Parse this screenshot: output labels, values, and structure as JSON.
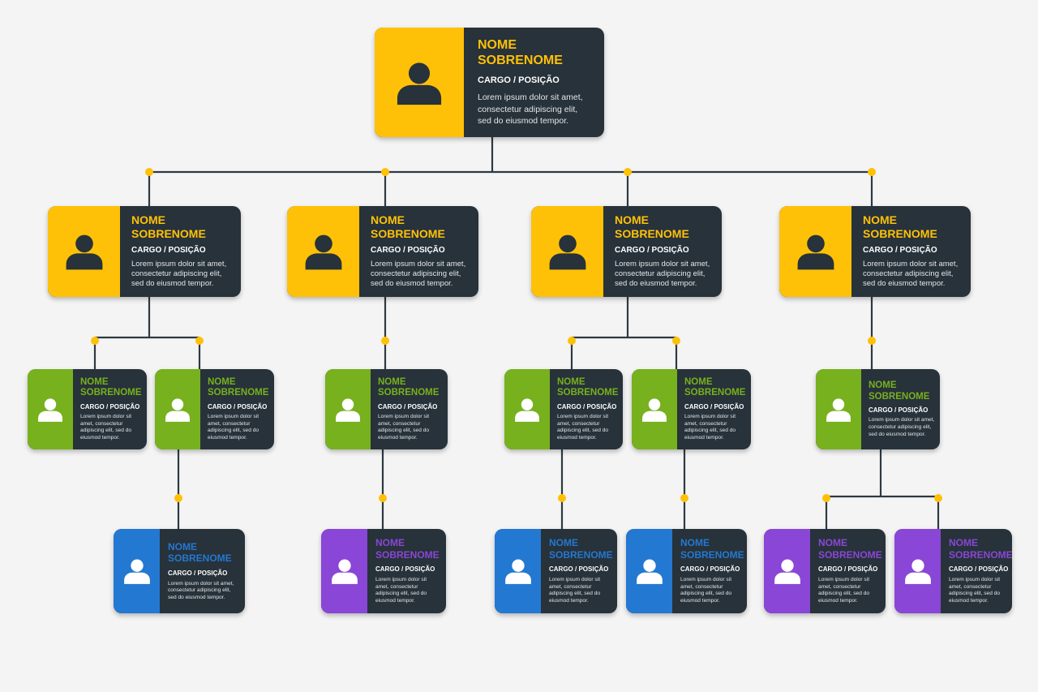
{
  "colors": {
    "background": "#f4f4f4",
    "card_body": "#27323a",
    "connector_line": "#2d3a42",
    "connector_dot": "#ffc107",
    "yellow": "#ffc107",
    "green": "#77b11e",
    "blue": "#2378d2",
    "purple": "#8a46d6",
    "icon_dark": "#27323a",
    "icon_light": "#ffffff"
  },
  "cards": [
    {
      "id": "root",
      "accent": "yellow",
      "first_name": "NOME",
      "last_name": "SOBRENOME",
      "role": "CARGO / POSIÇÃO",
      "description": "Lorem ipsum dolor sit amet, consectetur adipiscing elit, sed do eiusmod tempor."
    },
    {
      "id": "m1",
      "accent": "yellow",
      "first_name": "NOME",
      "last_name": "SOBRENOME",
      "role": "CARGO / POSIÇÃO",
      "description": "Lorem ipsum dolor sit amet, consectetur adipiscing elit, sed do eiusmod tempor."
    },
    {
      "id": "m2",
      "accent": "yellow",
      "first_name": "NOME",
      "last_name": "SOBRENOME",
      "role": "CARGO / POSIÇÃO",
      "description": "Lorem ipsum dolor sit amet, consectetur adipiscing elit, sed do eiusmod tempor."
    },
    {
      "id": "m3",
      "accent": "yellow",
      "first_name": "NOME",
      "last_name": "SOBRENOME",
      "role": "CARGO / POSIÇÃO",
      "description": "Lorem ipsum dolor sit amet, consectetur adipiscing elit, sed do eiusmod tempor."
    },
    {
      "id": "m4",
      "accent": "yellow",
      "first_name": "NOME",
      "last_name": "SOBRENOME",
      "role": "CARGO / POSIÇÃO",
      "description": "Lorem ipsum dolor sit amet, consectetur adipiscing elit, sed do eiusmod tempor."
    },
    {
      "id": "g1",
      "accent": "green",
      "first_name": "NOME",
      "last_name": "SOBRENOME",
      "role": "CARGO / POSIÇÃO",
      "description": "Lorem ipsum dolor sit amet, consectetur adipiscing elit, sed do eiusmod tempor."
    },
    {
      "id": "g2",
      "accent": "green",
      "first_name": "NOME",
      "last_name": "SOBRENOME",
      "role": "CARGO / POSIÇÃO",
      "description": "Lorem ipsum dolor sit amet, consectetur adipiscing elit, sed do eiusmod tempor."
    },
    {
      "id": "g3",
      "accent": "green",
      "first_name": "NOME",
      "last_name": "SOBRENOME",
      "role": "CARGO / POSIÇÃO",
      "description": "Lorem ipsum dolor sit amet, consectetur adipiscing elit, sed do eiusmod tempor."
    },
    {
      "id": "g4",
      "accent": "green",
      "first_name": "NOME",
      "last_name": "SOBRENOME",
      "role": "CARGO / POSIÇÃO",
      "description": "Lorem ipsum dolor sit amet, consectetur adipiscing elit, sed do eiusmod tempor."
    },
    {
      "id": "g5",
      "accent": "green",
      "first_name": "NOME",
      "last_name": "SOBRENOME",
      "role": "CARGO / POSIÇÃO",
      "description": "Lorem ipsum dolor sit amet, consectetur adipiscing elit, sed do eiusmod tempor."
    },
    {
      "id": "g6",
      "accent": "green",
      "first_name": "NOME",
      "last_name": "SOBRENOME",
      "role": "CARGO / POSIÇÃO",
      "description": "Lorem ipsum dolor sit amet, consectetur adipiscing elit, sed do eiusmod tempor."
    },
    {
      "id": "b1",
      "accent": "blue",
      "first_name": "NOME",
      "last_name": "SOBRENOME",
      "role": "CARGO / POSIÇÃO",
      "description": "Lorem ipsum dolor sit amet, consectetur adipiscing elit, sed do eiusmod tempor."
    },
    {
      "id": "p1",
      "accent": "purple",
      "first_name": "NOME",
      "last_name": "SOBRENOME",
      "role": "CARGO / POSIÇÃO",
      "description": "Lorem ipsum dolor sit amet, consectetur adipiscing elit, sed do eiusmod tempor."
    },
    {
      "id": "b2",
      "accent": "blue",
      "first_name": "NOME",
      "last_name": "SOBRENOME",
      "role": "CARGO / POSIÇÃO",
      "description": "Lorem ipsum dolor sit amet, consectetur adipiscing elit, sed do eiusmod tempor."
    },
    {
      "id": "b3",
      "accent": "blue",
      "first_name": "NOME",
      "last_name": "SOBRENOME",
      "role": "CARGO / POSIÇÃO",
      "description": "Lorem ipsum dolor sit amet, consectetur adipiscing elit, sed do eiusmod tempor."
    },
    {
      "id": "p2",
      "accent": "purple",
      "first_name": "NOME",
      "last_name": "SOBRENOME",
      "role": "CARGO / POSIÇÃO",
      "description": "Lorem ipsum dolor sit amet, consectetur adipiscing elit, sed do eiusmod tempor."
    },
    {
      "id": "p3",
      "accent": "purple",
      "first_name": "NOME",
      "last_name": "SOBRENOME",
      "role": "CARGO / POSIÇÃO",
      "description": "Lorem ipsum dolor sit amet, consectetur adipiscing elit, sed do eiusmod tempor."
    }
  ]
}
